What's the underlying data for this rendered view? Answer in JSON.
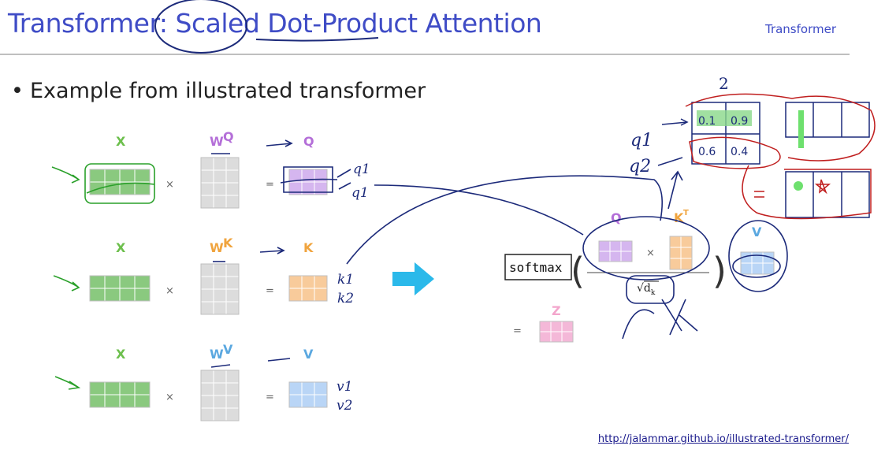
{
  "slide": {
    "title": "Transformer: Scaled Dot-Product Attention",
    "section": "Transformer",
    "bullet": "Example from illustrated transformer",
    "source_link": "http://jalammar.github.io/illustrated-transformer/"
  },
  "diagram": {
    "rows": [
      {
        "input": "X",
        "weight": "W",
        "weight_sup": "Q",
        "output": "Q"
      },
      {
        "input": "X",
        "weight": "W",
        "weight_sup": "K",
        "output": "K"
      },
      {
        "input": "X",
        "weight": "W",
        "weight_sup": "V",
        "output": "V"
      }
    ],
    "times": "×",
    "equals": "=",
    "formula": {
      "softmax": "softmax",
      "q": "Q",
      "k": "K",
      "k_sup": "T",
      "v": "V",
      "sqrt": "√d",
      "sqrt_sub": "k",
      "z": "Z"
    }
  },
  "colors": {
    "title": "#3f4cc6",
    "x": "#8ac97f",
    "q": "#d5b6ef",
    "k": "#f8cb9b",
    "v": "#b9d5f6",
    "w": "#dcdcdc",
    "z": "#f4b8d8",
    "label_x": "#6cbf4c",
    "label_q": "#b46fd8",
    "label_k": "#f0a43e",
    "label_v": "#5ba8e0",
    "label_z": "#f3a6cc",
    "arrow": "#2bb9ea",
    "ink_blue": "#1c2a7a",
    "ink_red": "#c01f1f",
    "ink_green": "#2aa02a"
  },
  "annotations": {
    "q_rows": [
      "q1",
      "q1"
    ],
    "k_rows": [
      "k1",
      "k2"
    ],
    "v_rows": [
      "v1",
      "v2"
    ],
    "q_vectors": [
      "q1",
      "q2"
    ],
    "top_number": "2",
    "matrix_values": [
      "0.1",
      "0.9",
      "0.6",
      "0.4"
    ]
  }
}
